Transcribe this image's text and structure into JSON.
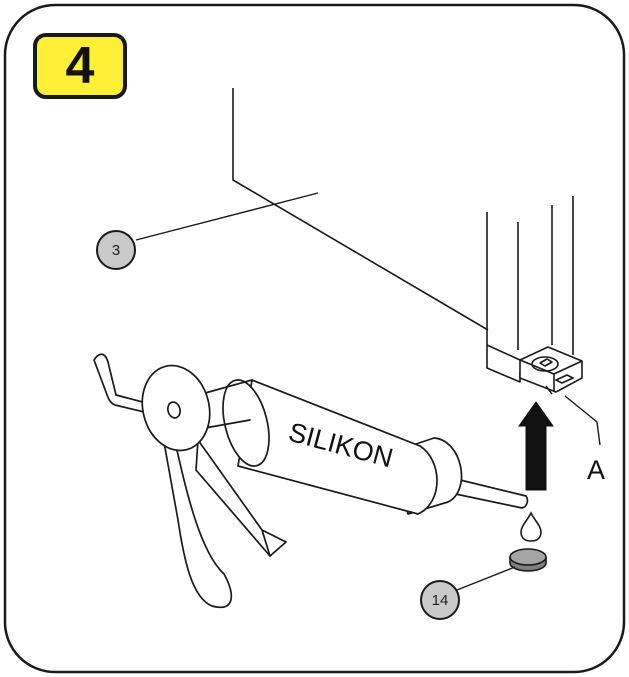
{
  "step": {
    "number": "4"
  },
  "callouts": {
    "cabinet": "3",
    "seal_pad": "14"
  },
  "labels": {
    "part_a": "A",
    "cartridge_text": "SILIKON"
  },
  "colors": {
    "badge_fill": "#ffef36",
    "callout_fill": "#c9c9c9",
    "ink": "#1a1a1a",
    "pad_fill": "#9a9a9a"
  },
  "icons": {
    "direction": "arrow-up-icon",
    "drop": "drop-icon"
  }
}
